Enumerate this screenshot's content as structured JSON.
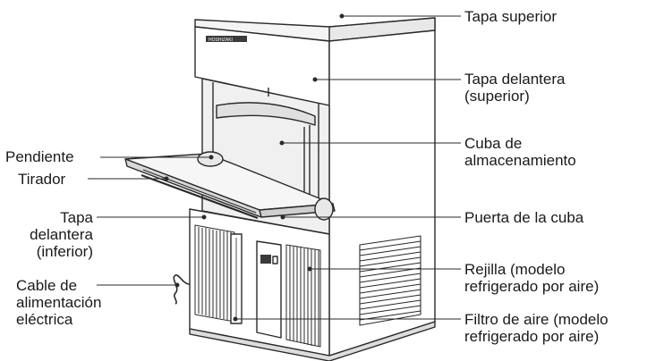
{
  "labels": {
    "top_lid": [
      "Tapa superior"
    ],
    "front_cover_upper": [
      "Tapa delantera",
      "(superior)"
    ],
    "storage_bin": [
      "Cuba de",
      "almacenamiento"
    ],
    "bin_door": [
      "Puerta de la cuba"
    ],
    "louver": [
      "Rejilla (modelo",
      "refrigerado por aire)"
    ],
    "air_filter": [
      "Filtro de aire (modelo",
      "refrigerado por aire)"
    ],
    "slope": [
      "Pendiente"
    ],
    "handle": [
      "Tirador"
    ],
    "front_cover_lower": [
      "Tapa",
      "delantera",
      "(inferior)"
    ],
    "power_cord": [
      "Cable de",
      "alimentación",
      "eléctrica"
    ]
  },
  "colors": {
    "line": "#2a2a2a",
    "body": "#ffffff",
    "shade": "#e4e4e4",
    "dark": "#3a3a3a"
  }
}
